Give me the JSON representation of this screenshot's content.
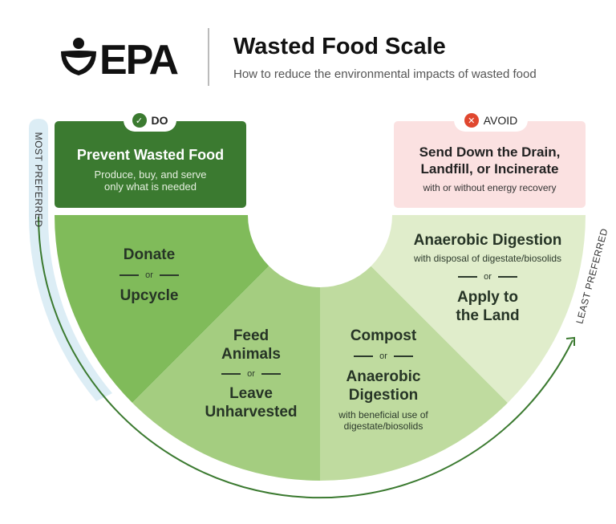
{
  "header": {
    "logo_text": "EPA",
    "title": "Wasted Food Scale",
    "subtitle": "How to reduce the environmental impacts of wasted food"
  },
  "axis": {
    "most": "MOST PREFERRED",
    "least": "LEAST PREFERRED"
  },
  "do_box": {
    "badge": "DO",
    "title": "Prevent Wasted Food",
    "line1": "Produce, buy, and serve",
    "line2": "only what is needed"
  },
  "avoid_box": {
    "badge": "AVOID",
    "title1": "Send Down the Drain,",
    "title2": "Landfill, or Incinerate",
    "sub": "with or without energy recovery"
  },
  "segments": [
    {
      "a": "Donate",
      "or": "or",
      "b": "Upcycle"
    },
    {
      "a1": "Feed",
      "a2": "Animals",
      "or": "or",
      "b1": "Leave",
      "b2": "Unharvested"
    },
    {
      "a": "Compost",
      "or": "or",
      "b1": "Anaerobic",
      "b2": "Digestion",
      "sub1": "with beneficial use of",
      "sub2": "digestate/biosolids"
    },
    {
      "a": "Anaerobic Digestion",
      "sub": "with disposal of digestate/biosolids",
      "or": "or",
      "b1": "Apply to",
      "b2": "the Land"
    }
  ],
  "colors": {
    "seg1": "#80bb5a",
    "seg2": "#a4cd80",
    "seg3": "#bfdb9f",
    "seg4": "#e0edcb",
    "do": "#3b7a30",
    "avoid": "#fbe1e1",
    "band": "#dcedf5",
    "arrow": "#3b7a30",
    "x": "#e0472f"
  }
}
